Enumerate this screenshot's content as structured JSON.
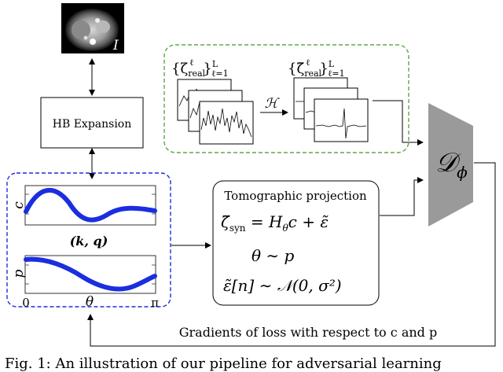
{
  "ct_image": {
    "label": "I"
  },
  "hb_box": {
    "label": "HB Expansion"
  },
  "measurements": {
    "real_set_label": "{ζ",
    "real_sub": "real",
    "real_sup": "ℓ",
    "real_range_sup": "L",
    "real_range_sub": "ℓ=1",
    "operator": "ℋ",
    "denoised_set_label": "{ζ̃",
    "denoised_sub": "real",
    "denoised_sup": "ℓ",
    "denoised_range_sup": "L",
    "denoised_range_sub": "ℓ=1"
  },
  "params_panel": {
    "c_label": "c",
    "kq_label": "(k, q)",
    "p_label": "p",
    "theta_min": "0",
    "theta_label": "θ",
    "theta_max": "π"
  },
  "projection_box": {
    "title": "Tomographic projection",
    "eq1_lhs": "ζ̃",
    "eq1_lhs_sub": "syn",
    "eq1_rhs": " = H",
    "eq1_rhs_sub": "θ",
    "eq1_tail": "c + ε̃",
    "eq2": "θ ∼ p",
    "eq3": "ε̃[n] ∼ 𝒩(0, σ²)"
  },
  "discriminator": {
    "label": "𝒟",
    "sub": "ϕ"
  },
  "feedback": {
    "label": "Gradients of loss with respect to c and p"
  },
  "caption": {
    "text": "Fig. 1: An illustration of our pipeline for adversarial learning"
  },
  "colors": {
    "dashed_blue": "#1a2fd6",
    "dashed_green": "#5aa84a",
    "curve_blue": "#1a2ee0",
    "disc_gray": "#9a9a9a"
  }
}
